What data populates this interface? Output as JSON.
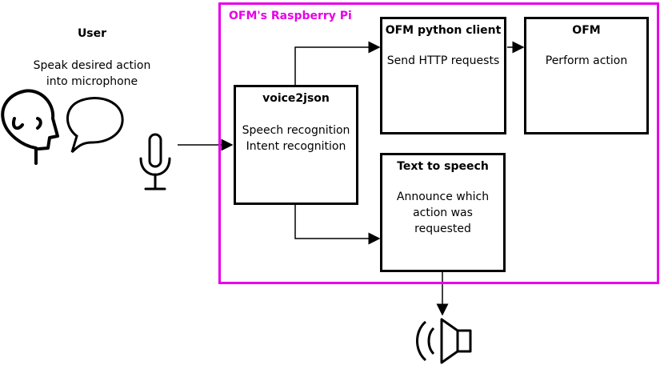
{
  "user": {
    "title": "User",
    "instruction_line1": "Speak desired action",
    "instruction_line2": "into microphone"
  },
  "container": {
    "title": "OFM's Raspberry Pi",
    "border_color": "#e600e6"
  },
  "boxes": {
    "voice2json": {
      "title": "voice2json",
      "line1": "Speech recognition",
      "line2": "Intent recognition"
    },
    "python_client": {
      "title": "OFM python client",
      "line1": "Send HTTP requests"
    },
    "ofm": {
      "title": "OFM",
      "line1": "Perform action"
    },
    "tts": {
      "title": "Text to speech",
      "line1": "Announce which",
      "line2": "action was",
      "line3": "requested"
    }
  },
  "icons": [
    "head-icon",
    "speech-bubble-icon",
    "microphone-icon",
    "speaker-icon"
  ]
}
